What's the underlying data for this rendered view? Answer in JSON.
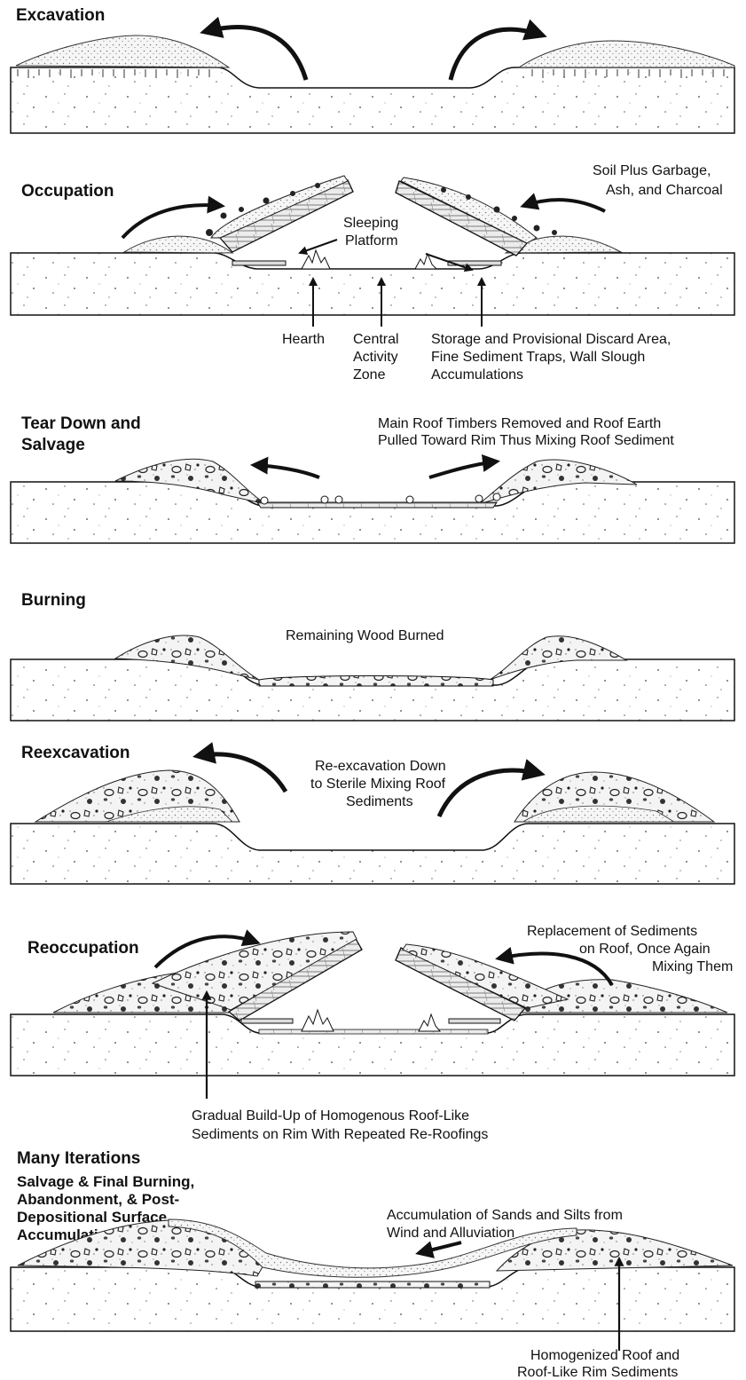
{
  "stages": [
    {
      "title": "Excavation"
    },
    {
      "title": "Occupation"
    },
    {
      "title": "Tear Down and",
      "title2": "Salvage"
    },
    {
      "title": "Burning"
    },
    {
      "title": "Reexcavation"
    },
    {
      "title": "Reoccupation"
    },
    {
      "title": "Many Iterations"
    }
  ],
  "labels": {
    "soil_plus_garbage_1": "Soil Plus Garbage,",
    "soil_plus_garbage_2": "Ash, and Charcoal",
    "sleeping_platform_1": "Sleeping",
    "sleeping_platform_2": "Platform",
    "hearth": "Hearth",
    "central_activity_1": "Central",
    "central_activity_2": "Activity",
    "central_activity_3": "Zone",
    "storage_1": "Storage and Provisional Discard Area,",
    "storage_2": "Fine Sediment Traps, Wall Slough",
    "storage_3": "Accumulations",
    "roof_timbers_1": "Main Roof Timbers Removed and Roof Earth",
    "roof_timbers_2": "Pulled Toward Rim Thus Mixing Roof Sediment",
    "remaining_wood": "Remaining Wood Burned",
    "reexcavation_1": "Re-excavation Down",
    "reexcavation_2": "to Sterile Mixing Roof",
    "reexcavation_3": "Sediments",
    "replacement_1": "Replacement of Sediments",
    "replacement_2": "on Roof, Once Again",
    "replacement_3": "Mixing Them",
    "gradual_1": "Gradual Build-Up of Homogenous Roof-Like",
    "gradual_2": "Sediments on Rim With Repeated Re-Roofings",
    "salvage_1": "Salvage & Final Burning,",
    "salvage_2": "Abandonment, & Post-",
    "salvage_3": "Depositional Surface",
    "salvage_4": "Accumulation",
    "accumulation_1": "Accumulation of Sands and Silts from",
    "accumulation_2": "Wind and Alluviation",
    "homogenized_1": "Homogenized Roof and",
    "homogenized_2": "Roof-Like Rim Sediments"
  }
}
